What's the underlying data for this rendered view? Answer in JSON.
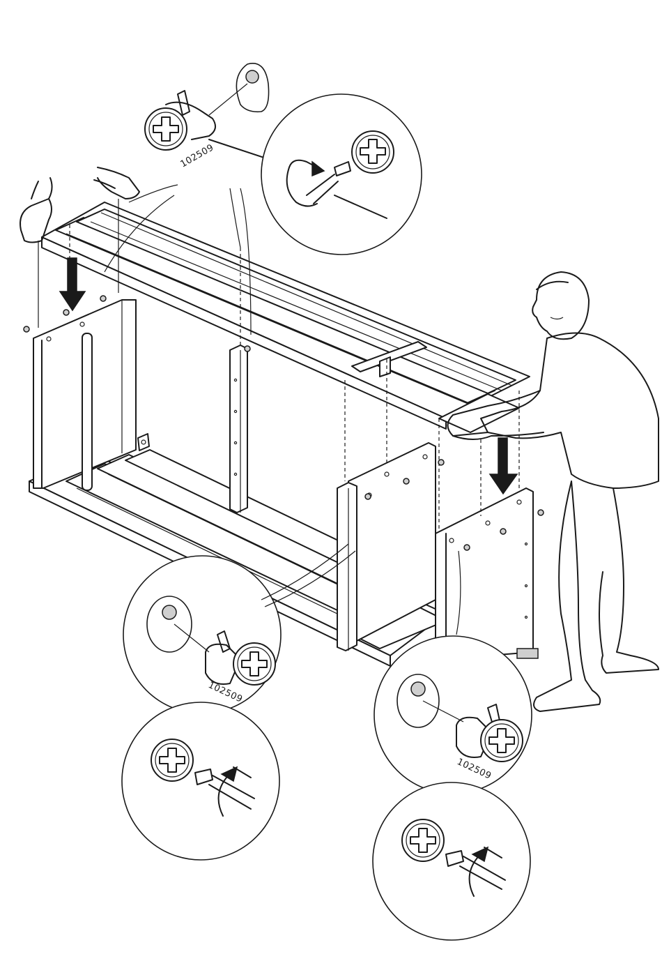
{
  "part_labels": {
    "top_detail": "102509",
    "left_detail": "102509",
    "right_detail": "102509"
  },
  "colors": {
    "ink": "#1a1a1a",
    "paper": "#ffffff"
  }
}
